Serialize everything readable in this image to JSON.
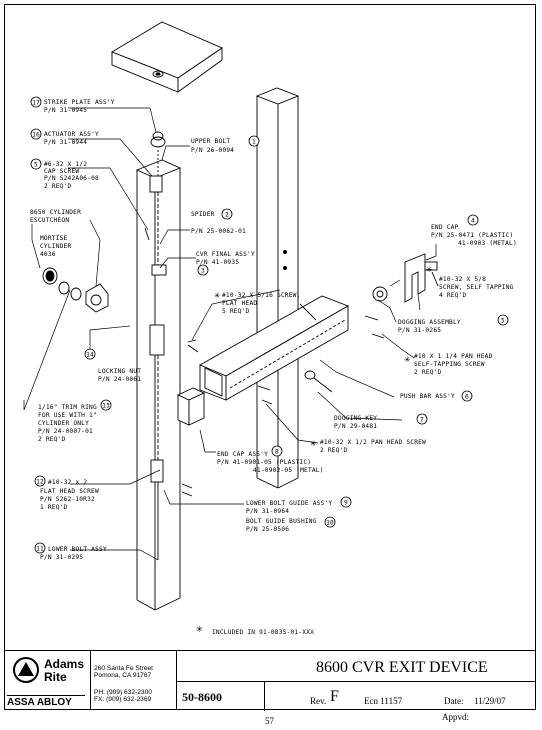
{
  "callouts": {
    "c17": {
      "num": "17",
      "name": "STRIKE PLATE ASS'Y",
      "pn": "P/N 31-0945"
    },
    "c16": {
      "num": "16",
      "name": "ACTUATOR ASS'Y",
      "pn": "P/N 31-0944"
    },
    "c5": {
      "num": "5",
      "l1": "#6-32 X 1/2",
      "l2": "CAP SCREW",
      "l3": "P/N S242A06-08",
      "l4": "2 REQ'D"
    },
    "cyl": {
      "l1": "8650 CYLINDER",
      "l2": "ESCUTCHEON"
    },
    "mortise": {
      "l1": "MORTISE",
      "l2": "CYLINDER",
      "l3": "4036"
    },
    "c1": {
      "num": "1",
      "name": "UPPER BOLT",
      "pn": "P/N 26-0094"
    },
    "c2": {
      "num": "2",
      "name": "SPIDER",
      "pn": "P/N 25-0062-01"
    },
    "c3": {
      "num": "3",
      "name": "CVR FINAL ASS'Y",
      "pn": "P/N 41-0935"
    },
    "c4": {
      "num": "4",
      "name": "END CAP",
      "l2": "P/N 25-0471 (PLASTIC)",
      "l3": "41-0903 (METAL)"
    },
    "screw58": {
      "l1": "#10-32 X 5/8",
      "l2": "SCREW, SELF TAPPING",
      "l3": "4 REQ'D"
    },
    "flat516": {
      "l1": "#10-32 X 5/16 SCREW,",
      "l2": "FLAT HEAD",
      "l3": "5 REQ'D"
    },
    "c5b": {
      "num": "5",
      "name": "DOGGING ASSEMBLY",
      "pn": "P/N 31-0265"
    },
    "pan114": {
      "l1": "#10 X 1 1/4 PAN HEAD",
      "l2": "SELF-TAPPING SCREW",
      "l3": "2 REQ'D"
    },
    "c14": {
      "num": "14",
      "name": "LOCKING NUT",
      "pn": "P/N 24-0061"
    },
    "c6": {
      "num": "6",
      "name": "PUSH BAR ASS'Y"
    },
    "c13": {
      "num": "13",
      "l1": "1/16\" TRIM RING",
      "l2": "FOR USE WITH 1\"",
      "l3": "CYLINDER ONLY",
      "l4": "P/N 24-0007-01",
      "l5": "2 REQ'D"
    },
    "c7": {
      "num": "7",
      "name": "DOGGING KEY",
      "pn": "P/N 29-0481"
    },
    "pan12": {
      "l1": "#10-32 X 1/2 PAN HEAD SCREW",
      "l2": "2 REQ'D"
    },
    "c8": {
      "num": "8",
      "name": "END CAP ASS'Y",
      "l2": "P/N 41-0901-05 (PLASTIC)",
      "l3": "41-0902-05 (METAL)"
    },
    "c12": {
      "num": "12",
      "l1": "#10-32 x 2",
      "l2": "FLAT HEAD SCREW",
      "l3": "P/N S262-10R32",
      "l4": "1 REQ'D"
    },
    "c9": {
      "num": "9",
      "name": "LOWER BOLT GUIDE ASS'Y",
      "pn": "P/N 31-0964"
    },
    "c10": {
      "num": "10",
      "name": "BOLT GUIDE BUSHING",
      "pn": "P/N 25-0506"
    },
    "c11": {
      "num": "11",
      "name": "LOWER BOLT ASSY",
      "pn": "P/N 31-0295"
    }
  },
  "note": "INCLUDED IN 91-0835-01-XXX",
  "title_block": {
    "brand_line1": "Adams",
    "brand_line2": "Rite",
    "parent_brand": "ASSA ABLOY",
    "address1": "260 Santa Fe Street",
    "address2": "Pomona, CA  91767",
    "phone": "PH: (909) 632-2300",
    "fax": "FX: (909) 632-2369",
    "title": "8600 CVR EXIT DEVICE",
    "part_number": "50-8600",
    "rev_label": "Rev.",
    "rev": "F",
    "ecn": "Ecn 11157",
    "date_label": "Date:",
    "date": "11/29/07",
    "appvd_label": "Appvd:",
    "page": "57"
  }
}
